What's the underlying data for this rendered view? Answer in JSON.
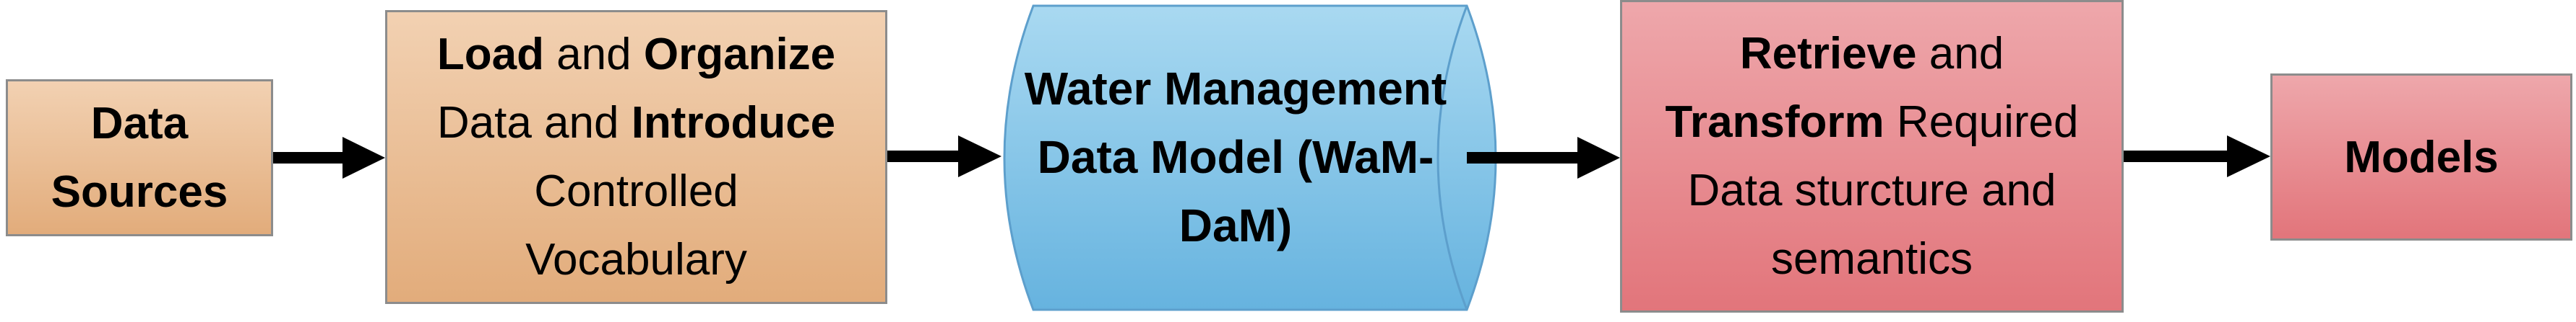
{
  "nodes": {
    "sources": {
      "bold1": "Data",
      "bold2": "Sources"
    },
    "load": {
      "bold1": "Load",
      "t1": " and ",
      "bold2": "Organize",
      "t2": "Data and ",
      "bold3": "Introduce",
      "t3": "Controlled",
      "t4": "Vocabulary"
    },
    "database": {
      "line1": "Water",
      "line2": "Management",
      "line3": "Data Model",
      "line4": "(WaM-DaM)"
    },
    "retrieve": {
      "bold1": "Retrieve",
      "t1": " and",
      "bold2": "Transform",
      "t2": " Required",
      "t3": "Data sturcture and",
      "t4": "semantics"
    },
    "models": {
      "bold1": "Models"
    }
  },
  "colors": {
    "orange_top": "#f2d1b2",
    "orange_bottom": "#e2ac7b",
    "blue_top": "#a9d9f1",
    "blue_bottom": "#66b3df",
    "red_top": "#eea7ab",
    "red_bottom": "#e2757b",
    "border": "#8c8c8c",
    "arrow": "#000000"
  }
}
